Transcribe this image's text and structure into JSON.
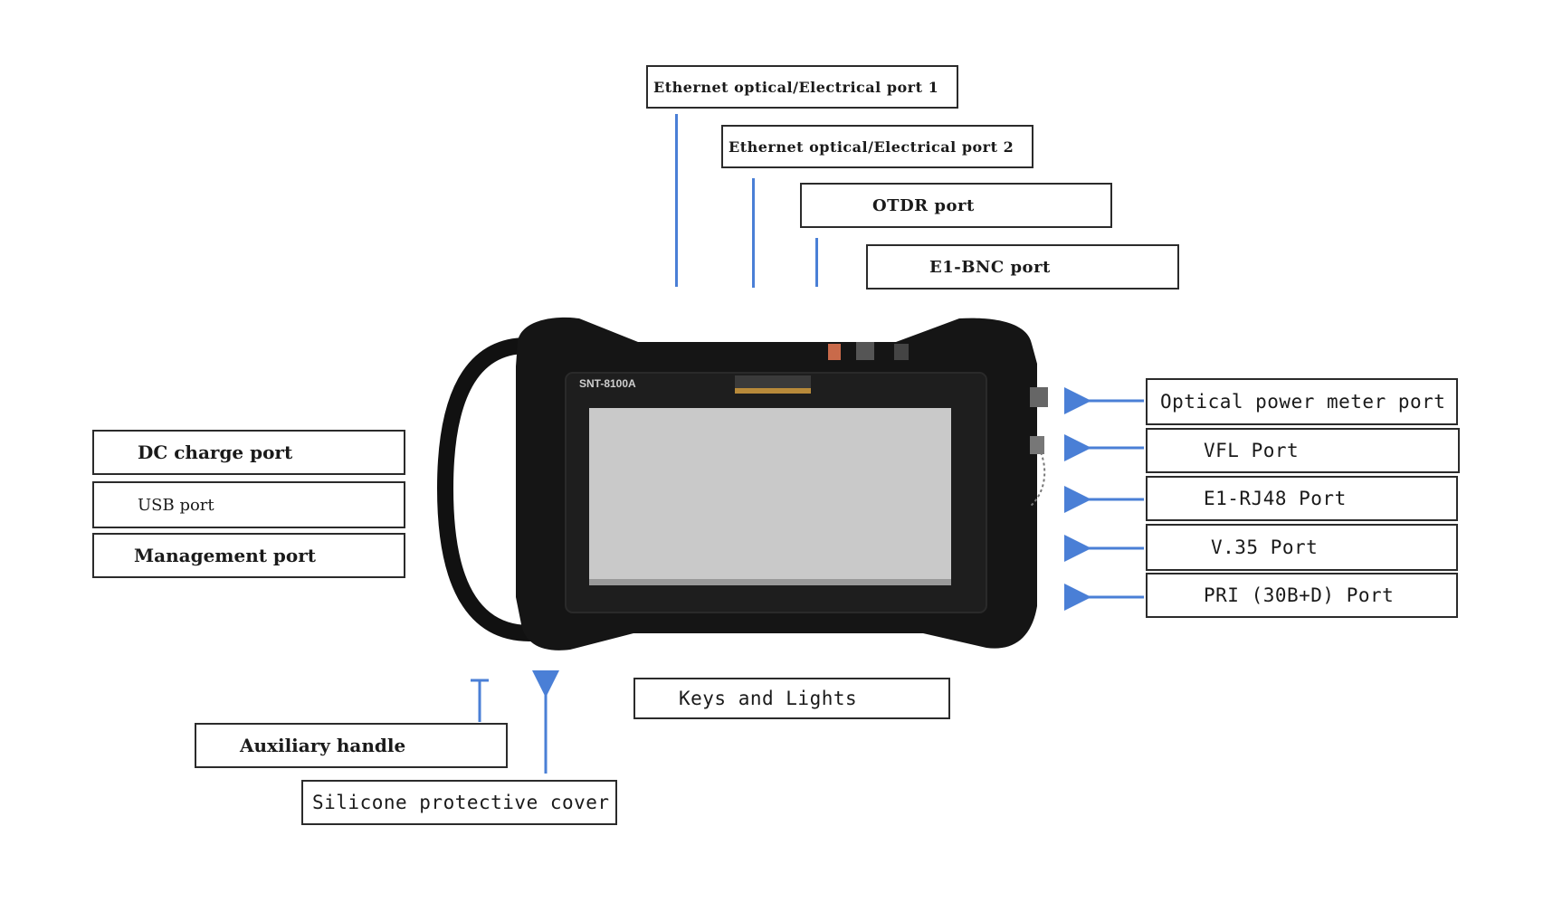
{
  "labels": {
    "eth_port_1": "Ethernet optical/Electrical port 1",
    "eth_port_2": "Ethernet optical/Electrical port 2",
    "otdr_port": "OTDR port",
    "e1_bnc_port": "E1-BNC port",
    "optical_power_meter_port": "Optical power meter port",
    "vfl_port": "VFL Port",
    "e1_rj48_port": "E1-RJ48 Port",
    "v35_port": "V.35 Port",
    "pri_port": "PRI (30B+D) Port",
    "dc_charge_port": "DC charge port",
    "usb_port": "USB port",
    "management_port": "Management port",
    "keys_and_lights": "Keys and Lights",
    "auxiliary_handle": "Auxiliary handle",
    "silicone_cover": "Silicone protective cover"
  },
  "device": {
    "model": "SNT-8100A"
  },
  "colors": {
    "pointer": "#4a7fd6",
    "border": "#2b2b2b",
    "device_body": "#151515",
    "screen": "#c9c9c9"
  }
}
